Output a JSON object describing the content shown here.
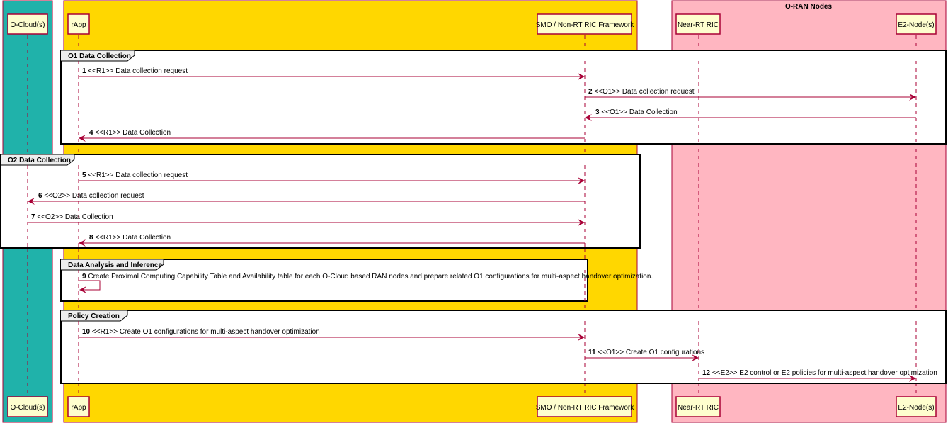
{
  "colors": {
    "ocloud_box": "#20B2AA",
    "smo_box": "#FFD700",
    "oran_box": "#FFB6C1",
    "participant_fill": "#FEFECE",
    "participant_border": "#A80036",
    "arrow": "#A80036"
  },
  "boxes": {
    "oran_nodes_title": "O-RAN Nodes"
  },
  "participants": [
    {
      "id": "ocloud",
      "label": "O-Cloud(s)"
    },
    {
      "id": "rapp",
      "label": "rApp"
    },
    {
      "id": "smo",
      "label": "SMO / Non-RT RIC Framework"
    },
    {
      "id": "nearrt",
      "label": "Near-RT RIC"
    },
    {
      "id": "e2node",
      "label": "E2-Node(s)"
    }
  ],
  "groups": [
    {
      "title": "O1 Data Collection"
    },
    {
      "title": "O2 Data Collection"
    },
    {
      "title": "Data Analysis and Inference"
    },
    {
      "title": "Policy Creation"
    }
  ],
  "messages": [
    {
      "num": "1",
      "text": "<<R1>> Data collection request",
      "from": "rapp",
      "to": "smo"
    },
    {
      "num": "2",
      "text": "<<O1>> Data collection request",
      "from": "smo",
      "to": "e2node"
    },
    {
      "num": "3",
      "text": "<<O1>> Data Collection",
      "from": "e2node",
      "to": "smo"
    },
    {
      "num": "4",
      "text": "<<R1>> Data Collection",
      "from": "smo",
      "to": "rapp"
    },
    {
      "num": "5",
      "text": "<<R1>> Data collection request",
      "from": "rapp",
      "to": "smo"
    },
    {
      "num": "6",
      "text": "<<O2>> Data collection request",
      "from": "smo",
      "to": "ocloud"
    },
    {
      "num": "7",
      "text": "<<O2>> Data Collection",
      "from": "ocloud",
      "to": "smo"
    },
    {
      "num": "8",
      "text": "<<R1>> Data Collection",
      "from": "smo",
      "to": "rapp"
    },
    {
      "num": "9",
      "text": "Create Proximal Computing Capability Table and Availability table for each O-Cloud based RAN nodes and prepare related O1 configurations for multi-aspect handover optimization.",
      "from": "rapp",
      "to": "rapp"
    },
    {
      "num": "10",
      "text": "<<R1>> Create O1 configurations for multi-aspect handover optimization",
      "from": "rapp",
      "to": "smo"
    },
    {
      "num": "11",
      "text": "<<O1>> Create O1 configurations",
      "from": "smo",
      "to": "nearrt"
    },
    {
      "num": "12",
      "text": "<<E2>> E2 control or E2 policies for multi-aspect handover optimization",
      "from": "nearrt",
      "to": "e2node"
    }
  ]
}
